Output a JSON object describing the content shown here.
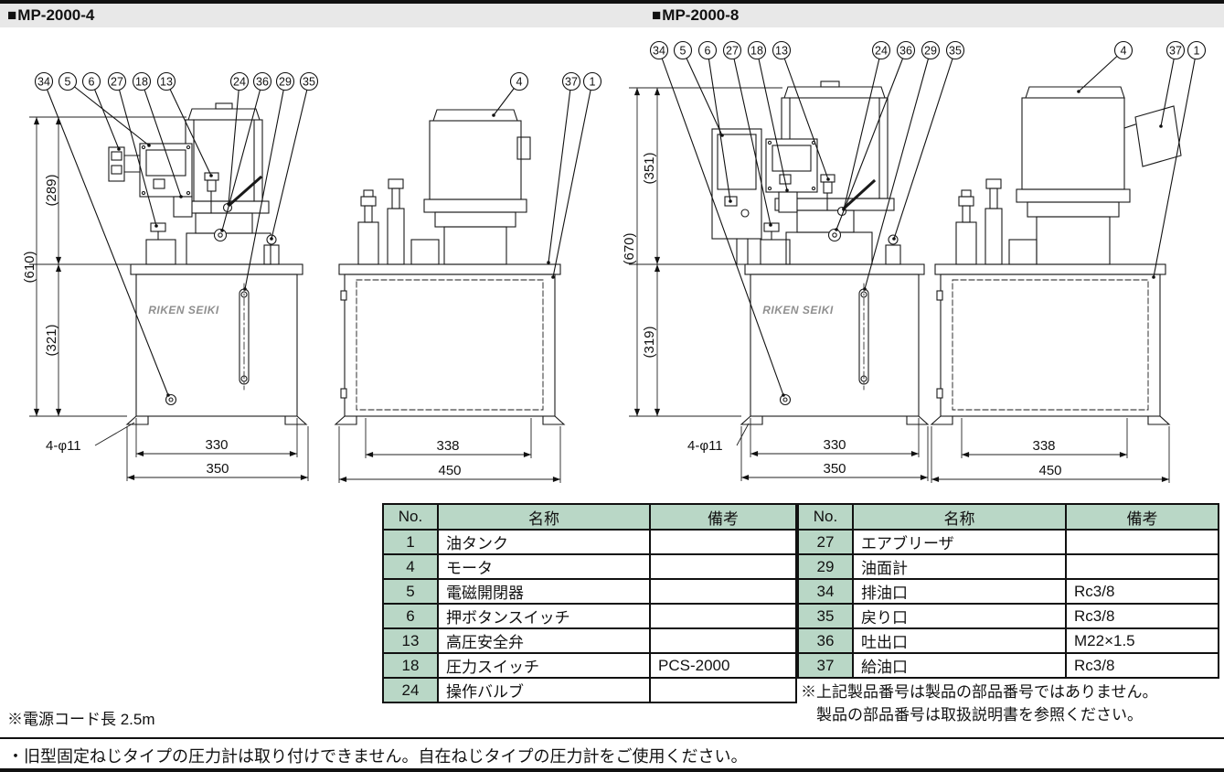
{
  "colors": {
    "line": "#111111",
    "band_bg": "#e8e8e8",
    "table_header_bg": "#b9d7c6"
  },
  "titles": {
    "marker": "■",
    "left_model": "MP-2000-4",
    "right_model": "MP-2000-8"
  },
  "left_diagram": {
    "brand": "RIKEN SEIKI",
    "callouts": [
      "34",
      "5",
      "6",
      "27",
      "18",
      "13",
      "24",
      "36",
      "29",
      "35",
      "4",
      "37",
      "1"
    ],
    "dims": {
      "height_upper": "(289)",
      "height_total": "(610)",
      "height_lower": "(321)",
      "tank_width": "330",
      "base_width": "350",
      "tank_depth": "338",
      "base_depth": "450",
      "holes": "4-φ11"
    }
  },
  "right_diagram": {
    "brand": "RIKEN SEIKI",
    "callouts": [
      "34",
      "5",
      "6",
      "27",
      "18",
      "13",
      "24",
      "36",
      "29",
      "35",
      "4",
      "37",
      "1"
    ],
    "dims": {
      "height_upper": "(351)",
      "height_total": "(670)",
      "height_lower": "(319)",
      "tank_width": "330",
      "base_width": "350",
      "tank_depth": "338",
      "base_depth": "450",
      "holes": "4-φ11"
    }
  },
  "tables": {
    "left": {
      "headers": {
        "no": "No.",
        "name": "名称",
        "remarks": "備考"
      },
      "rows": [
        {
          "no": "1",
          "name": "油タンク",
          "remarks": ""
        },
        {
          "no": "4",
          "name": "モータ",
          "remarks": ""
        },
        {
          "no": "5",
          "name": "電磁開閉器",
          "remarks": ""
        },
        {
          "no": "6",
          "name": "押ボタンスイッチ",
          "remarks": ""
        },
        {
          "no": "13",
          "name": "高圧安全弁",
          "remarks": ""
        },
        {
          "no": "18",
          "name": "圧力スイッチ",
          "remarks": "PCS-2000"
        },
        {
          "no": "24",
          "name": "操作バルブ",
          "remarks": ""
        }
      ]
    },
    "right": {
      "headers": {
        "no": "No.",
        "name": "名称",
        "remarks": "備考"
      },
      "rows": [
        {
          "no": "27",
          "name": "エアブリーザ",
          "remarks": ""
        },
        {
          "no": "29",
          "name": "油面計",
          "remarks": ""
        },
        {
          "no": "34",
          "name": "排油口",
          "remarks": "Rc3/8"
        },
        {
          "no": "35",
          "name": "戻り口",
          "remarks": "Rc3/8"
        },
        {
          "no": "36",
          "name": "吐出口",
          "remarks": "M22×1.5"
        },
        {
          "no": "37",
          "name": "給油口",
          "remarks": "Rc3/8"
        }
      ]
    }
  },
  "notes": {
    "power_cord": "※電源コード長 2.5m",
    "parts_note_line1": "※上記製品番号は製品の部品番号ではありません。",
    "parts_note_line2": "製品の部品番号は取扱説明書を参照ください。",
    "bottom_note": "・旧型固定ねじタイプの圧力計は取り付けできません。自在ねじタイプの圧力計をご使用ください。"
  }
}
